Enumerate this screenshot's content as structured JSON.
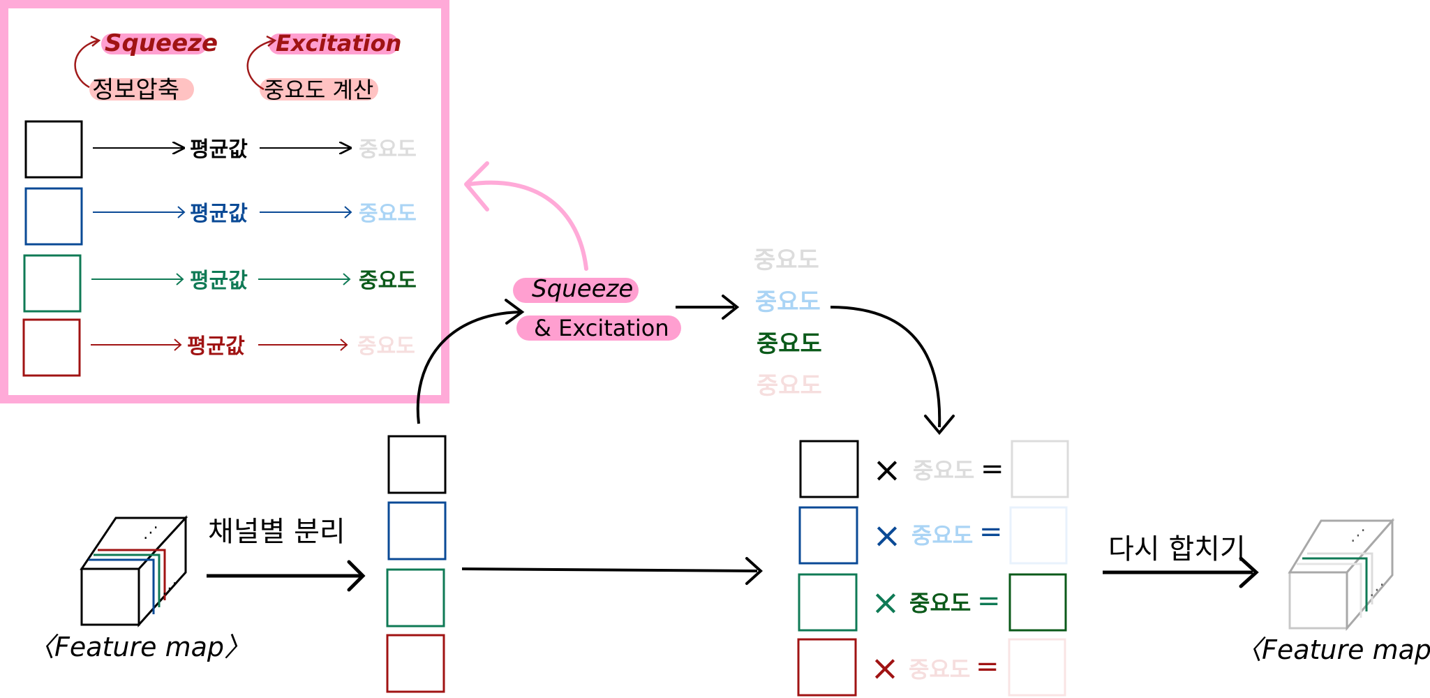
{
  "colors": {
    "highlight_pink": "#ff9fd0",
    "frame_pink": "#ffaad8",
    "black": "#000000",
    "blue": "#0a4a96",
    "green": "#0f7a55",
    "red": "#a01313",
    "importance_light_gray": "#dcdcdc",
    "importance_light_blue": "#aad4f5",
    "importance_dark_green": "#0b5a1a",
    "importance_light_pink": "#f6dede",
    "arrow_dark_red": "#a01a1a"
  },
  "legend": {
    "squeeze_label": "Squeeze",
    "squeeze_desc": "정보압축",
    "excitation_label": "Excitation",
    "excitation_desc": "중요도 계산",
    "rows": [
      {
        "avg_label": "평균값",
        "importance_label": "중요도"
      },
      {
        "avg_label": "평균값",
        "importance_label": "중요도"
      },
      {
        "avg_label": "평균값",
        "importance_label": "중요도"
      },
      {
        "avg_label": "평균값",
        "importance_label": "중요도"
      }
    ]
  },
  "main": {
    "se_label_line1": "Squeeze",
    "se_label_line2": "& Excitation",
    "importance_stack": [
      "중요도",
      "중요도",
      "중요도",
      "중요도"
    ],
    "split_label": "채널별 분리",
    "merge_label": "다시 합치기",
    "input_caption": "〈Feature map〉",
    "output_caption": "〈Feature map〉",
    "multiply_symbol": "×",
    "equals_symbol": "=",
    "multiply_rows": [
      {
        "importance_label": "중요도"
      },
      {
        "importance_label": "중요도"
      },
      {
        "importance_label": "중요도"
      },
      {
        "importance_label": "중요도"
      }
    ]
  }
}
